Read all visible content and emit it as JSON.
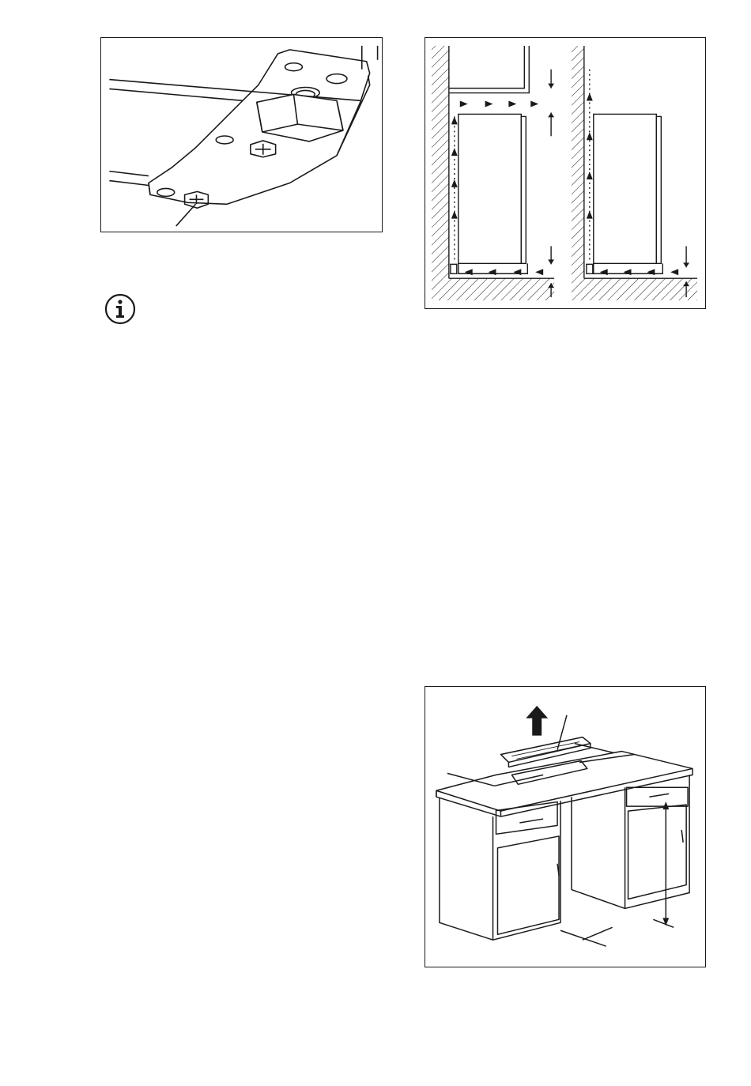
{
  "page": {
    "figures": [
      {
        "id": "fig-foot",
        "icon": "adjustable-foot-illustration"
      },
      {
        "id": "fig-vent",
        "icon": "ventilation-clearance-diagram"
      },
      {
        "id": "fig-cab",
        "icon": "cabinet-installation-illustration"
      }
    ],
    "info": {
      "icon": "info-icon"
    }
  },
  "colors": {
    "line": "#1a1a1a",
    "paper": "#ffffff"
  }
}
